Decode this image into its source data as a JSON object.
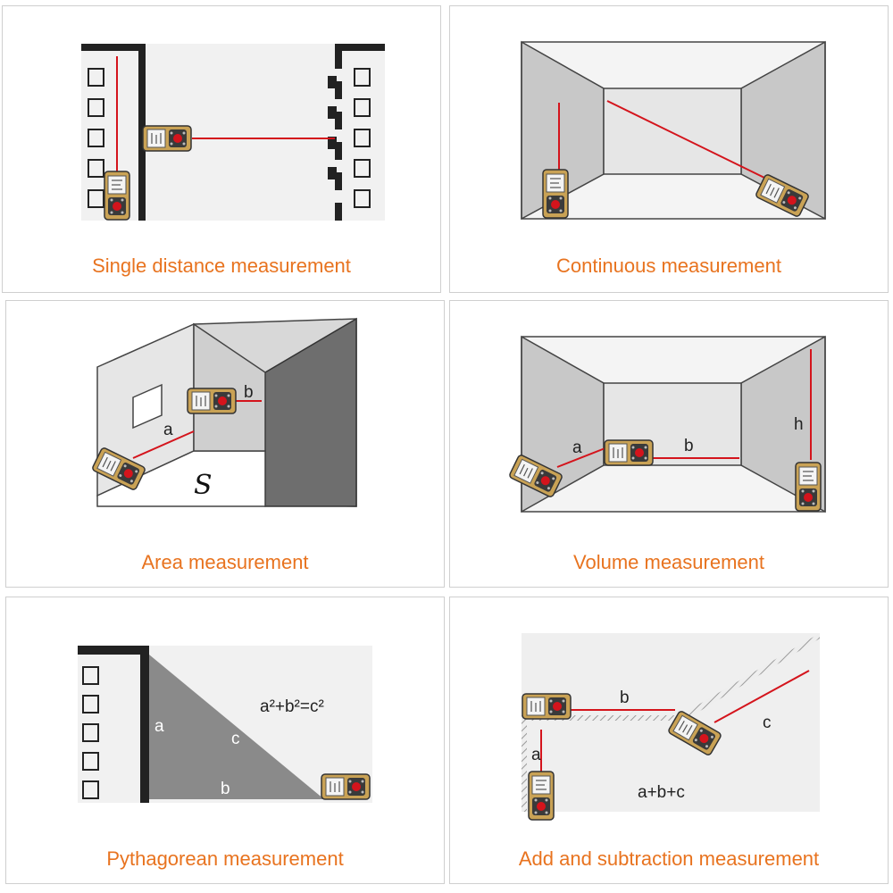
{
  "colors": {
    "caption": "#e8731f",
    "laser": "#d4141c",
    "device_body": "#c9a255",
    "wall": "#cfcfcf",
    "dark_wall": "#6e6e6e"
  },
  "panels": [
    {
      "caption": "Single distance measurement",
      "labels": {}
    },
    {
      "caption": "Continuous measurement",
      "labels": {}
    },
    {
      "caption": "Area measurement",
      "labels": {
        "a": "a",
        "b": "b",
        "s": "S"
      }
    },
    {
      "caption": "Volume measurement",
      "labels": {
        "a": "a",
        "b": "b",
        "h": "h"
      }
    },
    {
      "caption": "Pythagorean measurement",
      "labels": {
        "a": "a",
        "b": "b",
        "c": "c",
        "formula": "a²+b²=c²"
      }
    },
    {
      "caption": "Add and subtraction measurement",
      "labels": {
        "a": "a",
        "b": "b",
        "c": "c",
        "sum": "a+b+c"
      }
    }
  ]
}
